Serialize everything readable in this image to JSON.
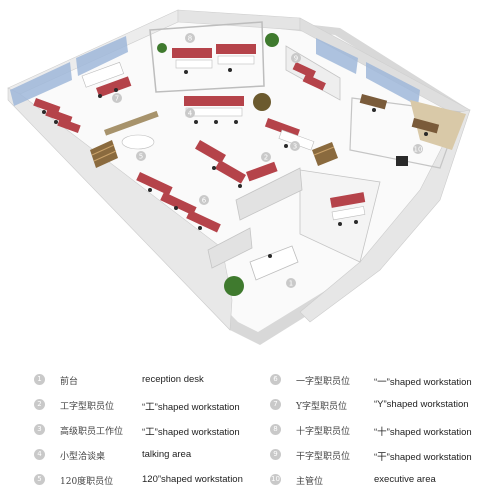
{
  "legend": {
    "items": [
      {
        "num": "1",
        "cn": "前台",
        "en": "reception desk"
      },
      {
        "num": "2",
        "cn": "工字型职员位",
        "en": "“工”shaped workstation"
      },
      {
        "num": "3",
        "cn": "高级职员工作位",
        "en": "“工”shaped workstation"
      },
      {
        "num": "4",
        "cn": "小型洽谈桌",
        "en": "talking area"
      },
      {
        "num": "5",
        "cn": "120度职员位",
        "en": "120”shaped workstation"
      },
      {
        "num": "6",
        "cn": "一字型职员位",
        "en": "“一”shaped workstation"
      },
      {
        "num": "7",
        "cn": "Y字型职员位",
        "en": "“Y”shaped workstation"
      },
      {
        "num": "8",
        "cn": "十字型职员位",
        "en": "“十”shaped workstation"
      },
      {
        "num": "9",
        "cn": "干字型职员位",
        "en": "“干”shaped workstation"
      },
      {
        "num": "10",
        "cn": "主管位",
        "en": "executive area"
      }
    ]
  },
  "plan_markers": [
    "1",
    "2",
    "3",
    "4",
    "5",
    "6",
    "7",
    "8",
    "9",
    "10"
  ],
  "colors": {
    "wall": "#f2f2f2",
    "wall_shadow": "#d6d6d6",
    "floor": "#fafafa",
    "glass": "#9fb7d9",
    "desk_red": "#b5434a",
    "desk_white": "#ffffff",
    "chair": "#2a2a2a",
    "plant": "#3f7a2e",
    "wood_floor": "#d9c9a8",
    "marker": "#c9c9c9"
  }
}
